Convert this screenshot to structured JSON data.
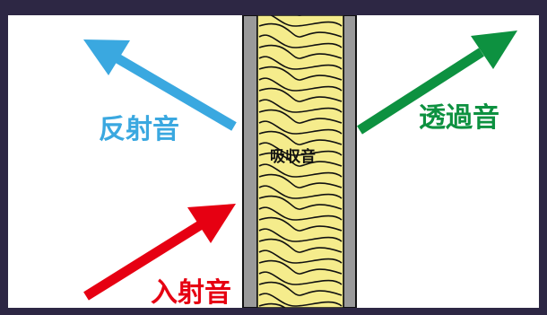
{
  "labels": {
    "reflected": "反射音",
    "transmitted": "透過音",
    "incident": "入射音",
    "absorbed": "吸収音"
  },
  "colors": {
    "reflected": "#3aa8e0",
    "transmitted": "#0d9140",
    "incident": "#e60012",
    "insulation": "#f5ec8c",
    "wall_board": "#9a9a9a",
    "background_frame": "#2d2744"
  },
  "icons": {
    "reflected": "arrow-up-left-icon",
    "transmitted": "arrow-up-right-icon",
    "incident": "arrow-up-right-icon"
  }
}
